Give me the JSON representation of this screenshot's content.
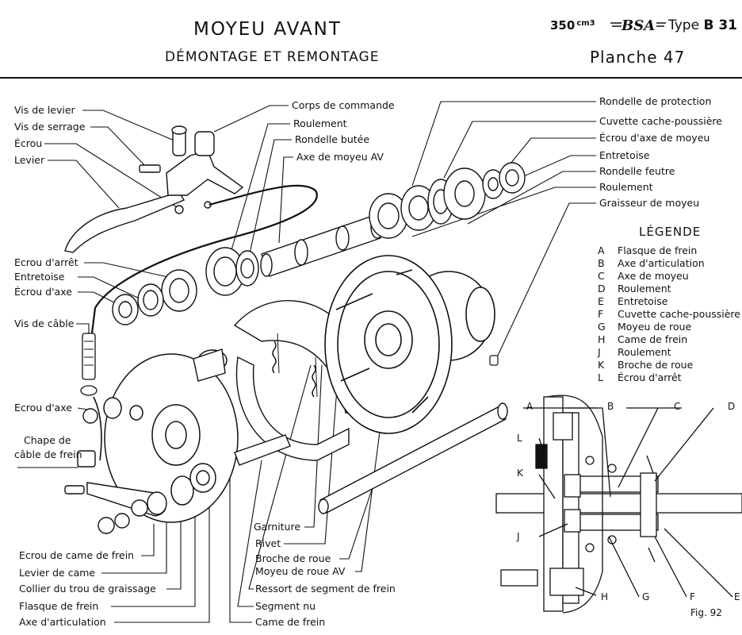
{
  "header": {
    "title": "MOYEU   AVANT",
    "subtitle": "DÉMONTAGE ET REMONTAGE",
    "engine": "350",
    "engine_unit": "cm3",
    "brand": "BSA",
    "model_prefix": "Type",
    "model": "B 31",
    "plate": "Planche 47"
  },
  "labels_left": [
    "Vis de levier",
    "Vis de serrage",
    "Écrou",
    "Levier",
    "Ecrou d'arrêt",
    "Entretoise",
    "Écrou d'axe",
    "Vis de câble",
    "Ecrou d'axe",
    "Chape de",
    "câble de frein"
  ],
  "labels_bottom_left": [
    "Ecrou de came de frein",
    "Levier de came",
    "Collier du trou de graissage",
    "Flasque de frein",
    "Axe d'articulation"
  ],
  "labels_center": [
    "Corps de commande",
    "Roulement",
    "Rondelle butée",
    "Axe de moyeu AV"
  ],
  "labels_bottom_center": [
    "Garniture",
    "Rivet",
    "Broche de roue",
    "Moyeu de roue AV",
    "Ressort de segment de frein",
    "Segment nu",
    "Came de frein"
  ],
  "labels_right": [
    "Rondelle de protection",
    "Cuvette cache-poussière",
    "Écrou d'axe de moyeu",
    "Entretoise",
    "Rondelle feutre",
    "Roulement",
    "Graisseur de moyeu"
  ],
  "legend": {
    "title": "LÉGENDE",
    "items": [
      {
        "key": "A",
        "text": "Flasque de frein"
      },
      {
        "key": "B",
        "text": "Axe d'articulation"
      },
      {
        "key": "C",
        "text": "Axe de moyeu"
      },
      {
        "key": "D",
        "text": "Roulement"
      },
      {
        "key": "E",
        "text": "Entretoise"
      },
      {
        "key": "F",
        "text": "Cuvette cache-poussière"
      },
      {
        "key": "G",
        "text": "Moyeu de roue"
      },
      {
        "key": "H",
        "text": "Came de frein"
      },
      {
        "key": "J",
        "text": "Roulement"
      },
      {
        "key": "K",
        "text": "Broche de roue"
      },
      {
        "key": "L",
        "text": "Écrou d'arrêt"
      }
    ]
  },
  "section_letters": [
    "A",
    "B",
    "C",
    "D",
    "L",
    "K",
    "J",
    "H",
    "G",
    "F",
    "E"
  ],
  "figure_label": "Fig. 92",
  "colors": {
    "ink": "#111111",
    "paper": "#ffffff"
  }
}
